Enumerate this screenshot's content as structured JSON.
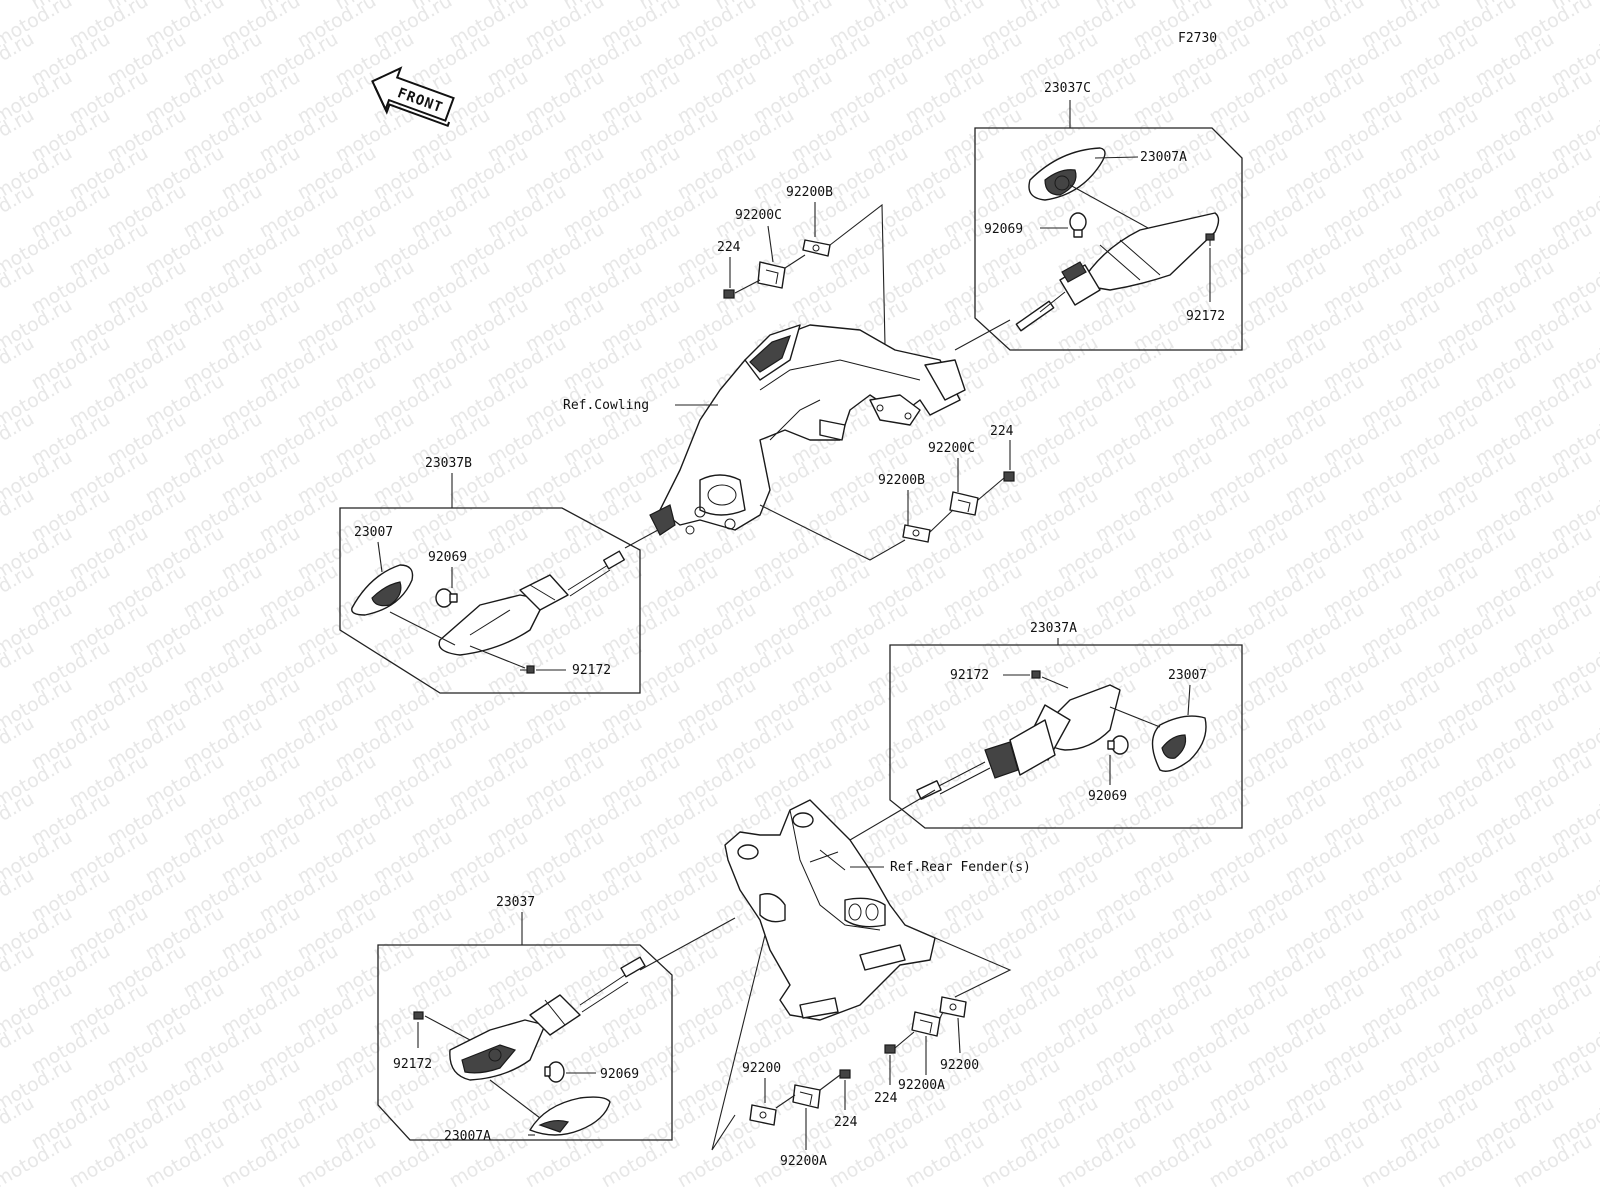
{
  "diagram_code": "F2730",
  "watermark_text": "motod.ru",
  "front_label": "FRONT",
  "labels": {
    "a23037C": "23037C",
    "a23007A_top": "23007A",
    "a92069_top": "92069",
    "a92172_top": "92172",
    "a92200B_top": "92200B",
    "a92200C_top": "92200C",
    "a224_top": "224",
    "ref_cowling": "Ref.Cowling",
    "a92200C_mid": "92200C",
    "a224_mid": "224",
    "a92200B_mid": "92200B",
    "a23037B": "23037B",
    "a23007_left": "23007",
    "a92069_left": "92069",
    "a92172_left": "92172",
    "a23037A": "23037A",
    "a92172_right": "92172",
    "a23007_right": "23007",
    "a92069_right": "92069",
    "ref_rear_fender": "Ref.Rear Fender(s)",
    "a23037": "23037",
    "a92172_bottom": "92172",
    "a92069_bottom": "92069",
    "a23007A_bottom": "23007A",
    "a92200_bl": "92200",
    "a224_bl": "224",
    "a92200A_bl": "92200A",
    "a224_br": "224",
    "a92200A_br": "92200A",
    "a92200_br": "92200"
  }
}
